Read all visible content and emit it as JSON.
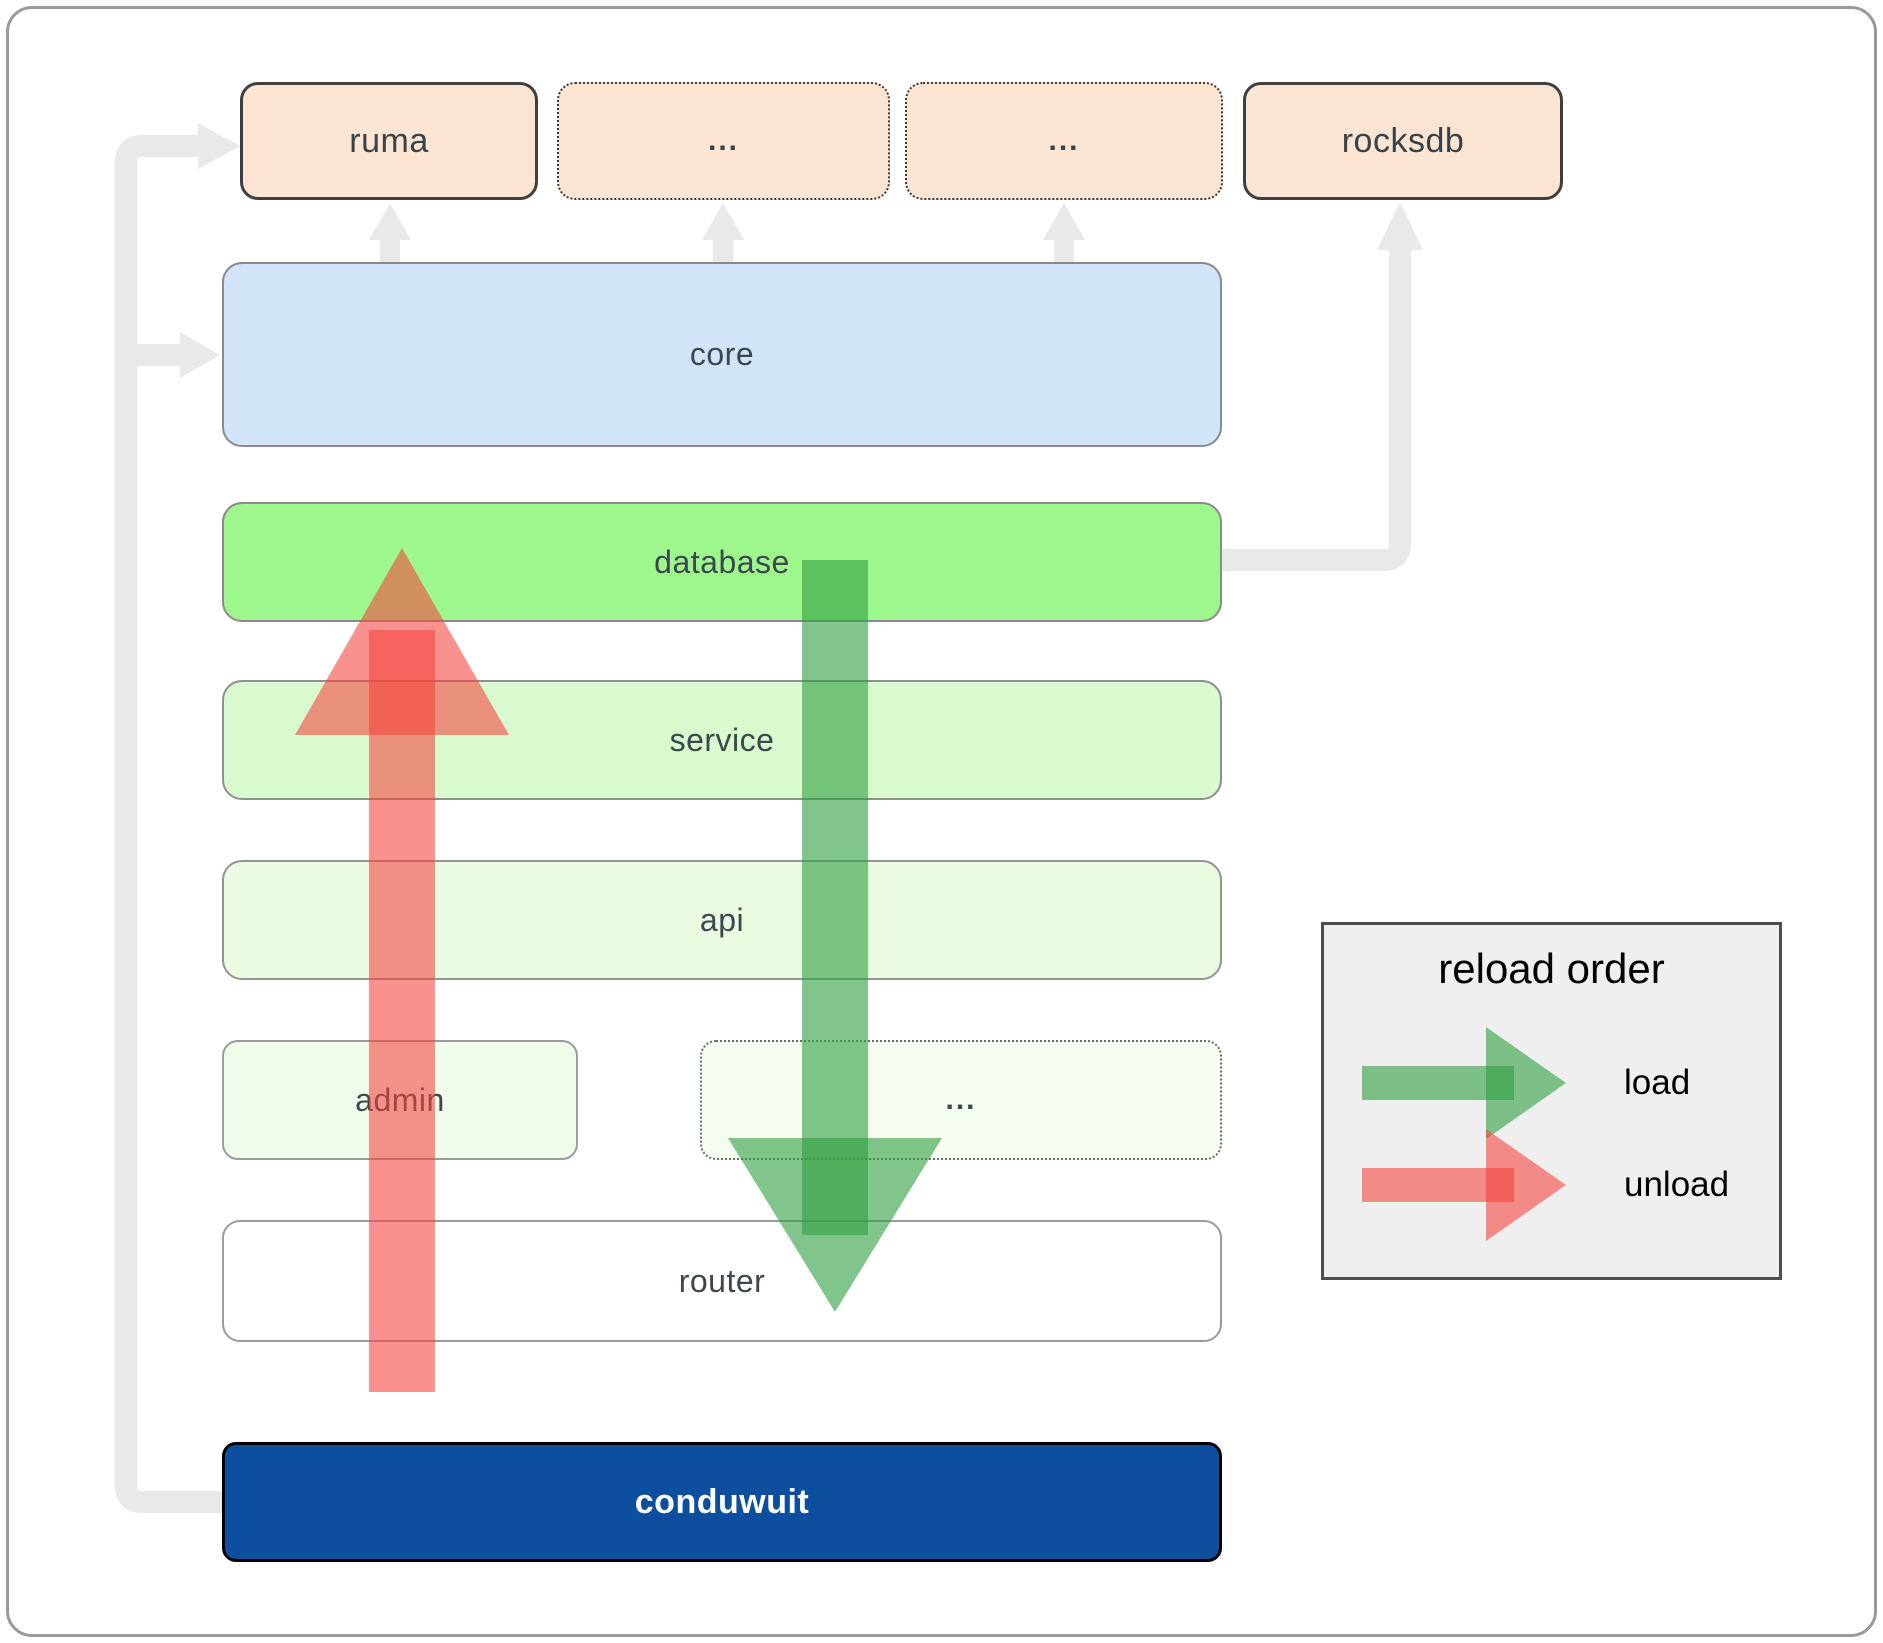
{
  "diagram": {
    "top_row": {
      "ruma": "ruma",
      "ellipsis1": "...",
      "ellipsis2": "...",
      "rocksdb": "rocksdb"
    },
    "layers": {
      "core": "core",
      "database": "database",
      "service": "service",
      "api": "api"
    },
    "admin_row": {
      "admin": "admin",
      "ellipsis": "..."
    },
    "router": "router",
    "conduwuit": "conduwuit"
  },
  "legend": {
    "title": "reload order",
    "load_label": "load",
    "unload_label": "unload"
  },
  "colors": {
    "peach_fill": "#fce5d2",
    "core_fill": "#d2e4f8",
    "database_fill": "#9ef78c",
    "service_fill": "#d9f9cf",
    "api_fill": "#eafbe2",
    "admin_fill": "#f0fdeb",
    "router_fill": "#ffffff",
    "conduwuit_fill": "#0d4f9e",
    "load_arrow": "#2f9e3f",
    "unload_arrow": "#f4443c",
    "connector_gray": "#e9e9e9",
    "legend_bg": "#efefef"
  }
}
